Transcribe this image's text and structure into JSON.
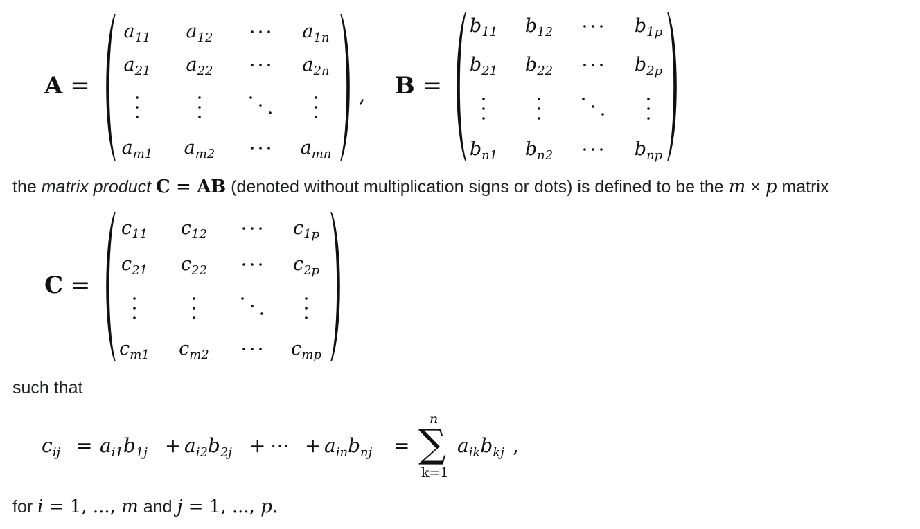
{
  "matrix_A": {
    "label": "A",
    "equals": "=",
    "rows": [
      [
        {
          "base": "a",
          "sub": "11"
        },
        {
          "base": "a",
          "sub": "12"
        },
        {
          "dots": "cdots"
        },
        {
          "base": "a",
          "sub": "1n"
        }
      ],
      [
        {
          "base": "a",
          "sub": "21"
        },
        {
          "base": "a",
          "sub": "22"
        },
        {
          "dots": "cdots"
        },
        {
          "base": "a",
          "sub": "2n"
        }
      ],
      [
        {
          "dots": "vdots"
        },
        {
          "dots": "vdots"
        },
        {
          "dots": "ddots"
        },
        {
          "dots": "vdots"
        }
      ],
      [
        {
          "base": "a",
          "sub": "m1"
        },
        {
          "base": "a",
          "sub": "m2"
        },
        {
          "dots": "cdots"
        },
        {
          "base": "a",
          "sub": "mn"
        }
      ]
    ],
    "trailing": ","
  },
  "matrix_B": {
    "label": "B",
    "equals": "=",
    "rows": [
      [
        {
          "base": "b",
          "sub": "11"
        },
        {
          "base": "b",
          "sub": "12"
        },
        {
          "dots": "cdots"
        },
        {
          "base": "b",
          "sub": "1p"
        }
      ],
      [
        {
          "base": "b",
          "sub": "21"
        },
        {
          "base": "b",
          "sub": "22"
        },
        {
          "dots": "cdots"
        },
        {
          "base": "b",
          "sub": "2p"
        }
      ],
      [
        {
          "dots": "vdots"
        },
        {
          "dots": "vdots"
        },
        {
          "dots": "ddots"
        },
        {
          "dots": "vdots"
        }
      ],
      [
        {
          "base": "b",
          "sub": "n1"
        },
        {
          "base": "b",
          "sub": "n2"
        },
        {
          "dots": "cdots"
        },
        {
          "base": "b",
          "sub": "np"
        }
      ]
    ]
  },
  "sentence_1": {
    "prefix": "the ",
    "term": "matrix product",
    "space": " ",
    "expr_lhs": "C",
    "expr_eq": " = ",
    "expr_rhs": "AB",
    "middle": " (denoted without multiplication signs or dots) is defined to be the ",
    "dim_m": "m",
    "times": " × ",
    "dim_p": "p",
    "suffix": " matrix"
  },
  "matrix_C": {
    "label": "C",
    "equals": "=",
    "rows": [
      [
        {
          "base": "c",
          "sub": "11"
        },
        {
          "base": "c",
          "sub": "12"
        },
        {
          "dots": "cdots"
        },
        {
          "base": "c",
          "sub": "1p"
        }
      ],
      [
        {
          "base": "c",
          "sub": "21"
        },
        {
          "base": "c",
          "sub": "22"
        },
        {
          "dots": "cdots"
        },
        {
          "base": "c",
          "sub": "2p"
        }
      ],
      [
        {
          "dots": "vdots"
        },
        {
          "dots": "vdots"
        },
        {
          "dots": "ddots"
        },
        {
          "dots": "vdots"
        }
      ],
      [
        {
          "base": "c",
          "sub": "m1"
        },
        {
          "base": "c",
          "sub": "m2"
        },
        {
          "dots": "cdots"
        },
        {
          "base": "c",
          "sub": "mp"
        }
      ]
    ]
  },
  "sentence_2": {
    "text": "such that"
  },
  "formula": {
    "lhs_base": "c",
    "lhs_sub": "ij",
    "eq1": "=",
    "t1a": "a",
    "t1a_sub": "i1",
    "t1b": "b",
    "t1b_sub": "1j",
    "plus1": "+",
    "t2a": "a",
    "t2a_sub": "i2",
    "t2b": "b",
    "t2b_sub": "2j",
    "plus2": "+",
    "mid_dots": "⋯",
    "plus3": "+",
    "t3a": "a",
    "t3a_sub": "in",
    "t3b": "b",
    "t3b_sub": "nj",
    "eq2": "=",
    "sigma": "∑",
    "sum_upper": "n",
    "sum_lower": "k=1",
    "s_a": "a",
    "s_a_sub": "ik",
    "s_b": "b",
    "s_b_sub": "kj",
    "end": ","
  },
  "sentence_3": {
    "prefix": "for ",
    "i_var": "i",
    "i_range": " = 1, ..., ",
    "i_end": "m",
    "and": " and ",
    "j_var": "j",
    "j_range": " = 1, ..., ",
    "j_end": "p",
    "period": "."
  }
}
